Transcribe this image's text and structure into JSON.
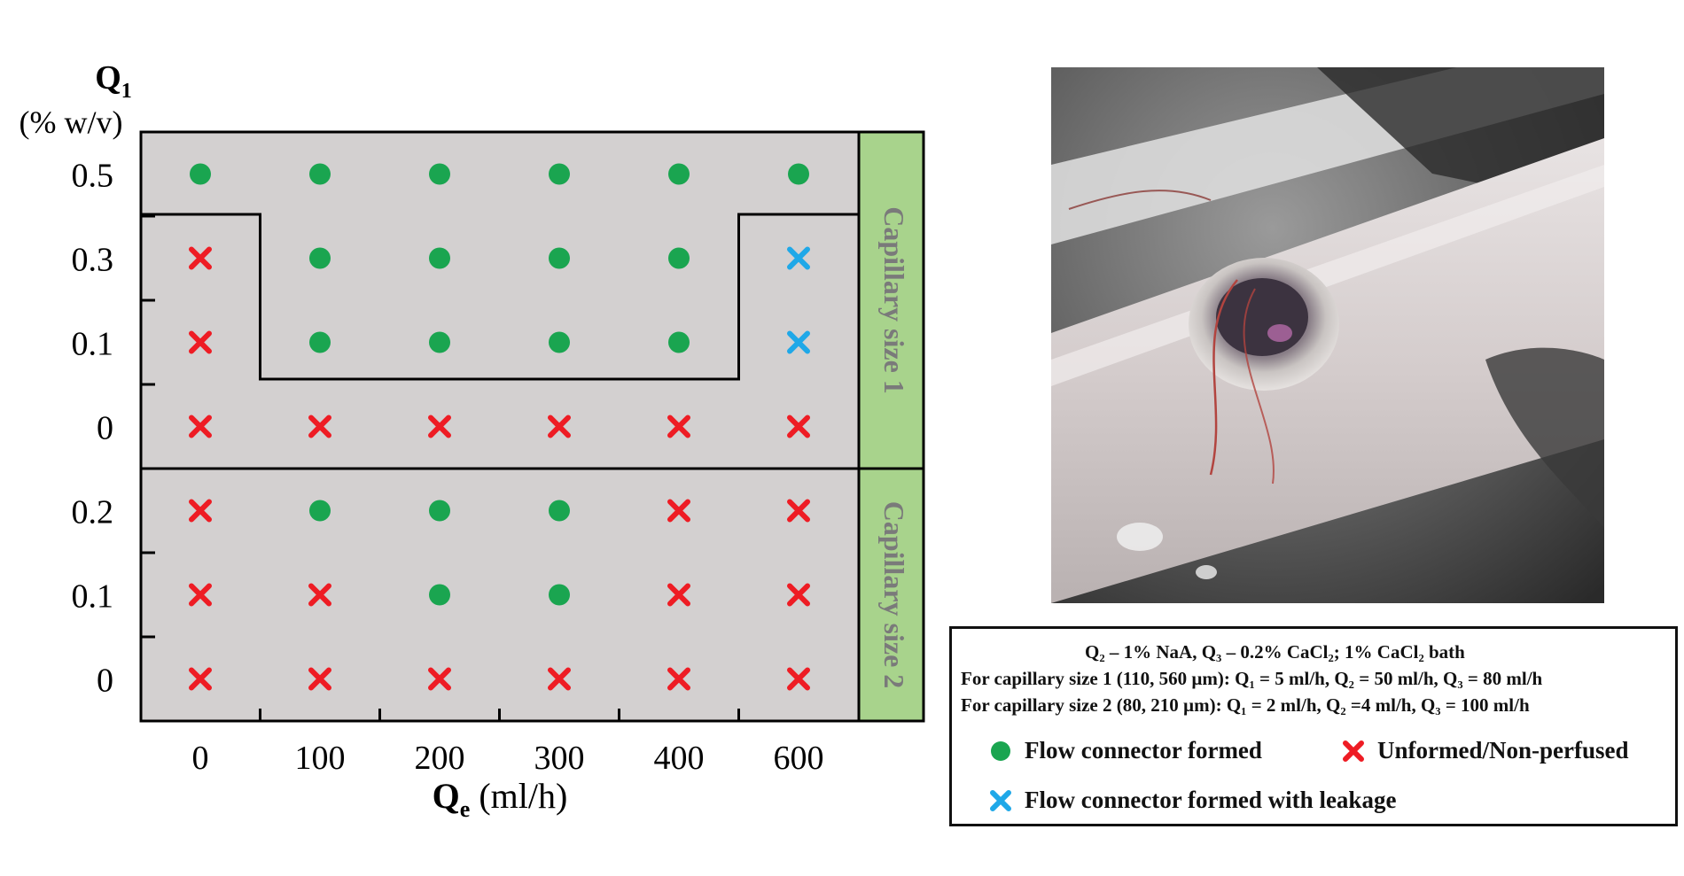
{
  "chart_data": {
    "type": "scatter",
    "title": "",
    "xlabel_main": "Q",
    "xlabel_sub": "e",
    "xlabel_unit": " (ml/h)",
    "ylabel_main": "Q",
    "ylabel_sub": "1",
    "ylabel_unit": "(% w/v)",
    "x_categories": [
      "0",
      "100",
      "200",
      "300",
      "400",
      "600"
    ],
    "panels": [
      {
        "name": "Capillary size 1",
        "y_categories": [
          "0.5",
          "0.3",
          "0.1",
          "0"
        ],
        "points": [
          [
            "formed",
            "formed",
            "formed",
            "formed",
            "formed",
            "formed"
          ],
          [
            "unformed",
            "formed",
            "formed",
            "formed",
            "formed",
            "leakage"
          ],
          [
            "unformed",
            "formed",
            "formed",
            "formed",
            "formed",
            "leakage"
          ],
          [
            "unformed",
            "unformed",
            "unformed",
            "unformed",
            "unformed",
            "unformed"
          ]
        ]
      },
      {
        "name": "Capillary size 2",
        "y_categories": [
          "0.2",
          "0.1",
          "0"
        ],
        "points": [
          [
            "unformed",
            "formed",
            "formed",
            "formed",
            "unformed",
            "unformed"
          ],
          [
            "unformed",
            "unformed",
            "formed",
            "formed",
            "unformed",
            "unformed"
          ],
          [
            "unformed",
            "unformed",
            "unformed",
            "unformed",
            "unformed",
            "unformed"
          ]
        ]
      }
    ],
    "legend": [
      {
        "key": "formed",
        "label": "Flow connector formed",
        "color": "#1aa550",
        "marker": "circle"
      },
      {
        "key": "unformed",
        "label": "Unformed/Non-perfused",
        "color": "#ee1c24",
        "marker": "x"
      },
      {
        "key": "leakage",
        "label": "Flow connector formed with leakage",
        "color": "#1fa8e8",
        "marker": "x"
      }
    ],
    "colors": {
      "plot_bg": "#d3d0d0",
      "side_label_bg": "#a8d38c",
      "side_label_text": "#7a7a7a"
    }
  },
  "conditions": {
    "line1": "Q₂ – 1% NaA, Q₃ – 0.2% CaCl₂; 1% CaCl₂ bath",
    "line2": "For capillary size 1 (110, 560 µm): Q₁ = 5 ml/h, Q₂ = 50 ml/h, Q₃ = 80 ml/h",
    "line3": "For capillary size 2 (80, 210 µm): Q₁ = 2 ml/h, Q₂ =4  ml/h, Q₃ = 100 ml/h"
  }
}
